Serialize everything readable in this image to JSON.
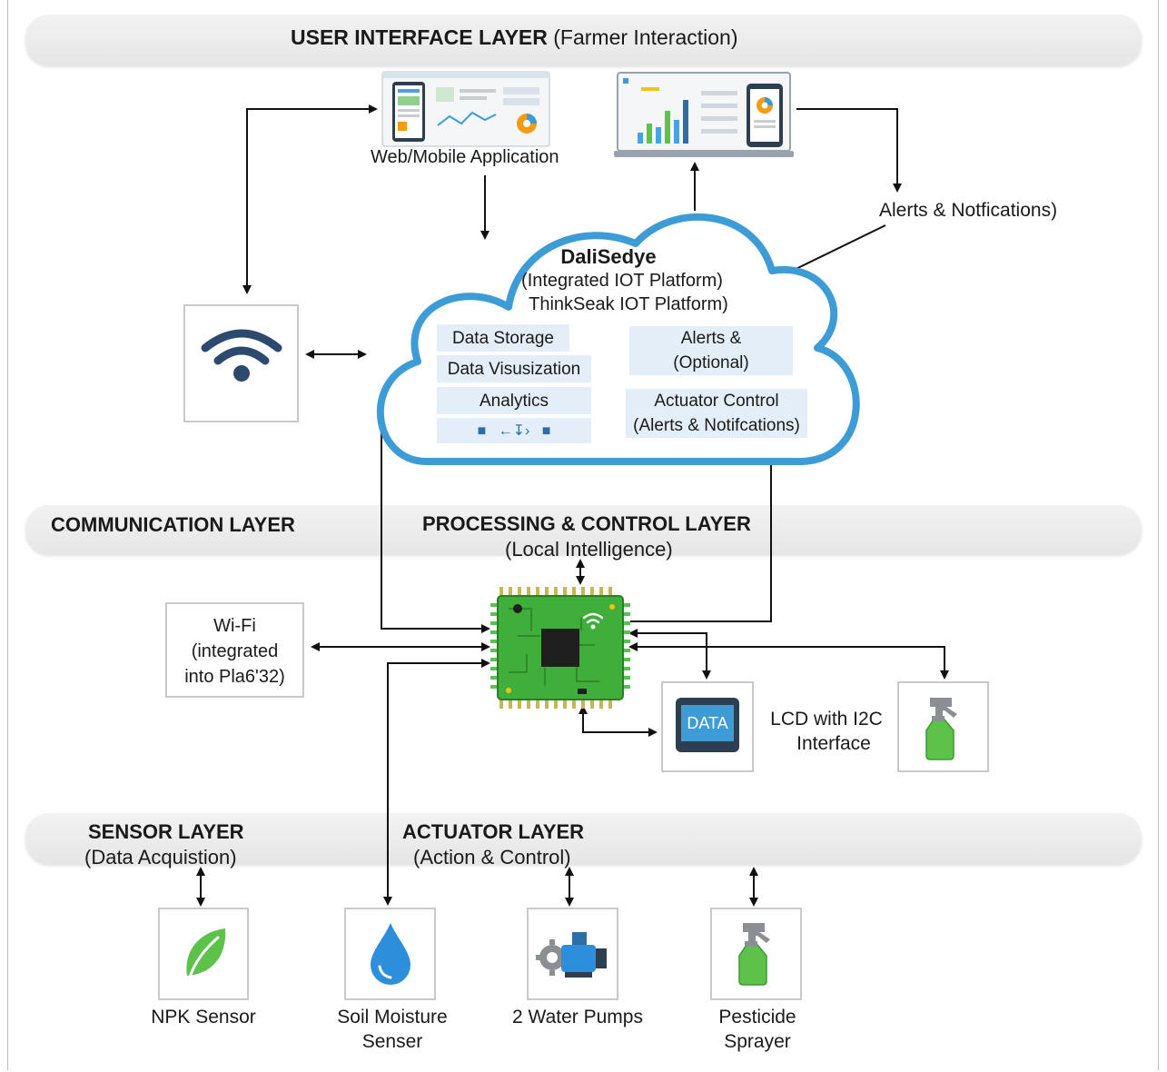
{
  "layers": {
    "ui_title": "USER INTERFACE LAYER",
    "ui_subtitle": "(Farmer Interaction)",
    "communication": "COMMUNICATION LAYER",
    "processing_title": "PROCESSING & CONTROL LAYER",
    "processing_subtitle": "(Local Intelligence)",
    "sensor_title": "SENSOR LAYER",
    "sensor_subtitle": "(Data Acquistion)",
    "actuator_title": "ACTUATOR LAYER",
    "actuator_subtitle": "(Action & Control)"
  },
  "ui": {
    "app_label": "Web/Mobile Application",
    "alerts_label": "Alerts & Notfications)"
  },
  "cloud": {
    "title": "DaliSedye",
    "line1": "(Integrated IOT Platform)",
    "line2": "ThinkSeak IOT Platform)",
    "data_storage": "Data Storage",
    "data_visualization": "Data Visusization",
    "analytics": "Analytics",
    "alerts_line1": "Alerts &",
    "alerts_line2": "(Optional)",
    "actuator_line1": "Actuator Control",
    "actuator_line2": "(Alerts & Notifcations)"
  },
  "wifi_box": {
    "line1": "Wi-Fi",
    "line2": "(integrated",
    "line3": "into Pla6'32)"
  },
  "lcd": {
    "screen_text": "DATA",
    "label_line1": "LCD with I2C",
    "label_line2": "Interface"
  },
  "devices": {
    "npk": "NPK Sensor",
    "soil_line1": "Soil Moisture",
    "soil_line2": "Senser",
    "pumps": "2 Water Pumps",
    "sprayer_line1": "Pesticide",
    "sprayer_line2": "Sprayer"
  },
  "colors": {
    "cloud_outline": "#3d9bd6",
    "cloud_fill": "#ffffff",
    "cloud_box": "#e3eef8",
    "pcb_green": "#3fae3a",
    "wifi_navy": "#2c4a6e",
    "leaf_green": "#5cc24a",
    "water_blue": "#2d8fdb",
    "band_gray": "#ececec"
  }
}
